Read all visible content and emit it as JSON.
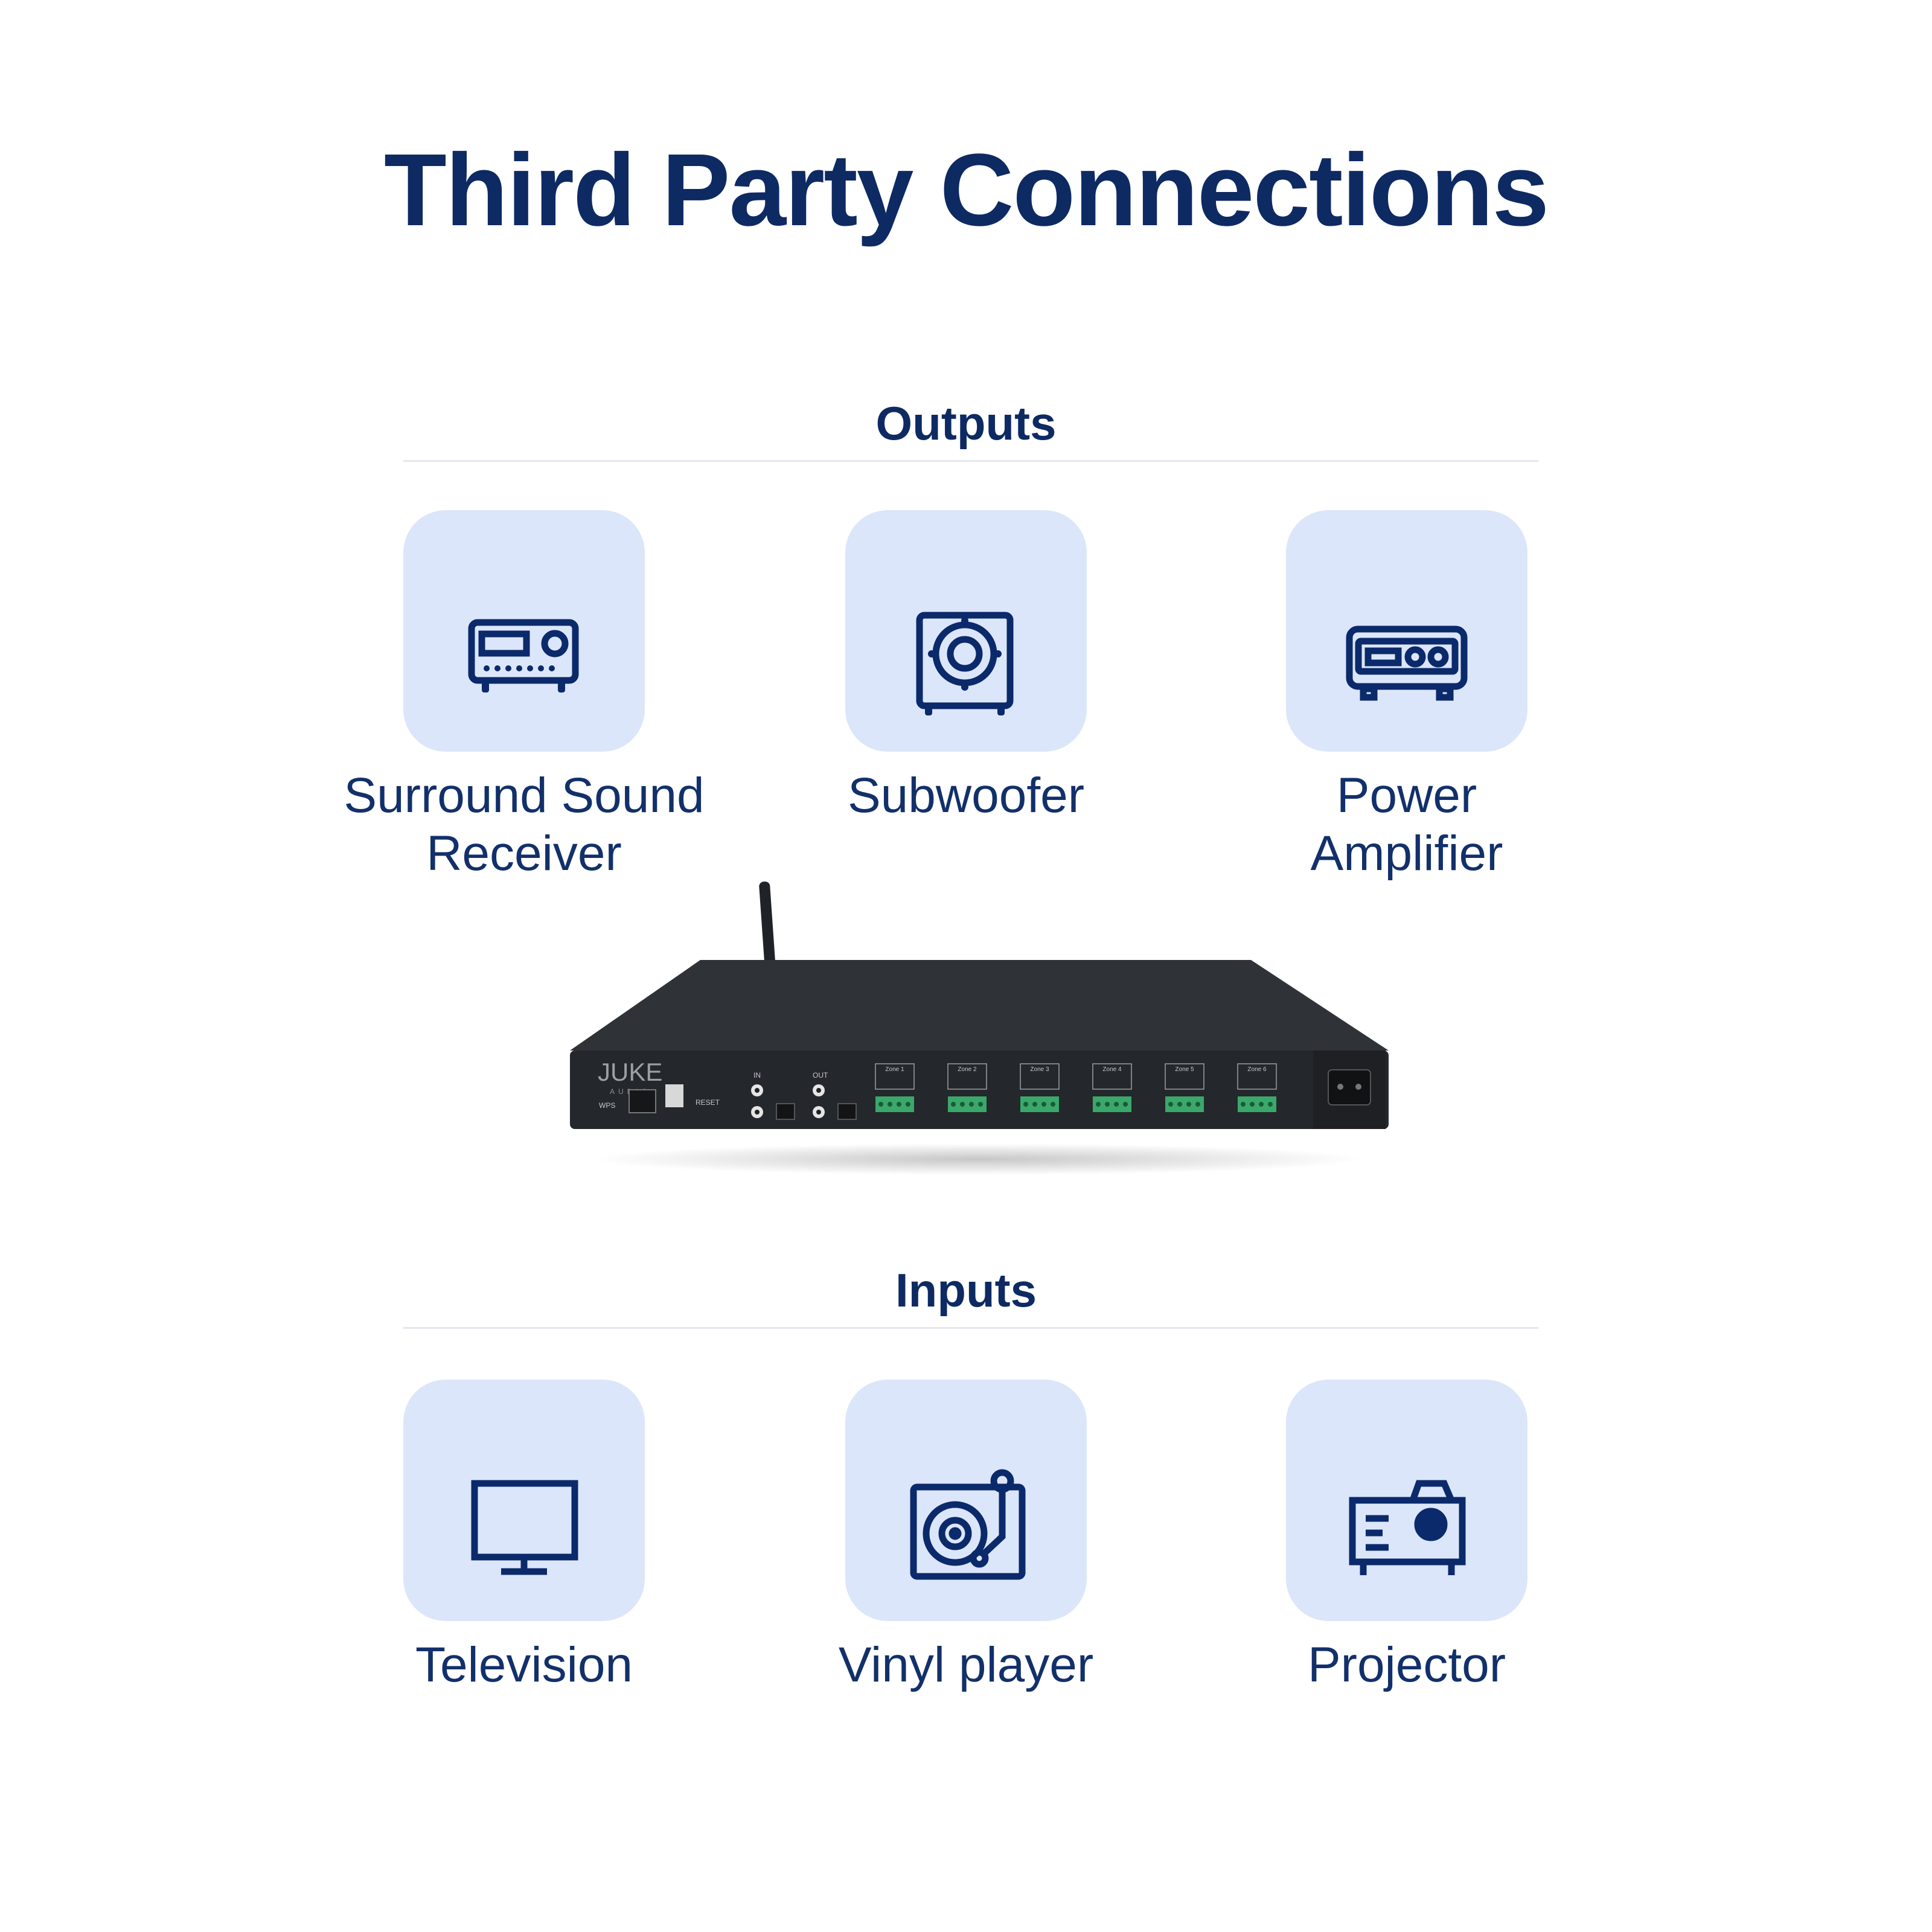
{
  "page": {
    "title": "Third Party Connections"
  },
  "outputs": {
    "heading": "Outputs",
    "items": [
      {
        "label": "Surround Sound Receiver",
        "icon": "receiver-icon"
      },
      {
        "label": "Subwoofer",
        "icon": "subwoofer-icon"
      },
      {
        "label": "Power Amplifier",
        "icon": "amplifier-icon"
      }
    ]
  },
  "inputs": {
    "heading": "Inputs",
    "items": [
      {
        "label": "Television",
        "icon": "tv-icon"
      },
      {
        "label": "Vinyl player",
        "icon": "turntable-icon"
      },
      {
        "label": "Projector",
        "icon": "projector-icon"
      }
    ]
  },
  "device": {
    "brand": "JUKE",
    "sub": "AUDIO",
    "wps": "WPS",
    "reset": "RESET",
    "in": "IN",
    "out": "OUT",
    "zones": [
      "Zone 1",
      "Zone 2",
      "Zone 3",
      "Zone 4",
      "Zone 5",
      "Zone 6"
    ]
  },
  "colors": {
    "navy": "#0e2a63",
    "tile": "#dce6fa",
    "icon": "#0b2a6b",
    "device": "#2b2e33",
    "terminal": "#3aa86b"
  }
}
